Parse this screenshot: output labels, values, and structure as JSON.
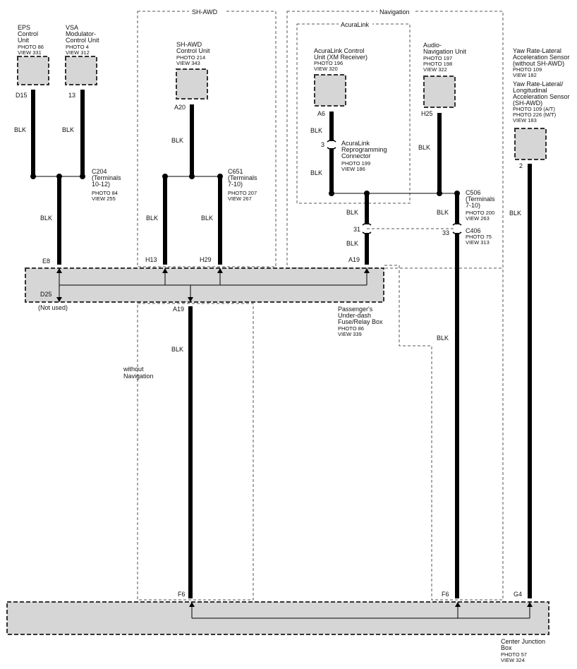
{
  "groups": {
    "shawd": "SH-AWD",
    "navigation": "Navigation",
    "acuralink": "AcuraLink",
    "without_navigation": [
      "without",
      "Navigation"
    ]
  },
  "components": {
    "eps": {
      "name": [
        "EPS",
        "Control",
        "Unit"
      ],
      "photo": [
        "PHOTO 86",
        "VIEW 331"
      ],
      "pin": "D15"
    },
    "vsa": {
      "name": [
        "VSA",
        "Modulator-",
        "Control Unit"
      ],
      "photo": [
        "PHOTO 4",
        "VIEW 312"
      ],
      "pin": "13"
    },
    "shawd_unit": {
      "name": [
        "SH-AWD",
        "Control Unit"
      ],
      "photo": [
        "PHOTO 214",
        "VIEW 343"
      ],
      "pin": "A20"
    },
    "acuralink_unit": {
      "name": [
        "AcuraLink Control",
        "Unit (XM Receiver)"
      ],
      "photo": [
        "PHOTO 196",
        "VIEW 320"
      ],
      "pin": "A6"
    },
    "audio_nav": {
      "name": [
        "Audio-",
        "Navigation Unit"
      ],
      "photo": [
        "PHOTO 197",
        "PHOTO 198",
        "VIEW 322"
      ],
      "pin": "H25"
    },
    "yaw_sensor": {
      "name": [
        "Yaw Rate-Lateral",
        "Acceleration Sensor",
        "(without SH-AWD)"
      ],
      "photo": [
        "PHOTO 109",
        "VIEW 182"
      ]
    },
    "yaw_sensor_2": {
      "name": [
        "Yaw Rate-Lateral/",
        "Longitudinal",
        "Acceleration Sensor",
        "(SH-AWD)"
      ],
      "photo": [
        "PHOTO 109 (A/T)",
        "PHOTO 226 (M/T)",
        "VIEW 183"
      ],
      "pin": "2"
    }
  },
  "connectors": {
    "c204": {
      "name": [
        "C204",
        "(Terminals",
        "10-12)"
      ],
      "photo": [
        "PHOTO 84",
        "VIEW 255"
      ]
    },
    "c651": {
      "name": [
        "C651",
        "(Terminals",
        "7-10)"
      ],
      "photo": [
        "PHOTO 207",
        "VIEW 267"
      ]
    },
    "reprog": {
      "name": [
        "AcuraLink",
        "Reprogramming",
        "Connector"
      ],
      "photo": [
        "PHOTO 199",
        "VIEW 186"
      ],
      "pin": "3"
    },
    "c506": {
      "name": [
        "C506",
        "(Terminals",
        "7-10)"
      ],
      "photo": [
        "PHOTO 200",
        "VIEW 263"
      ]
    },
    "c406": {
      "name": "C406",
      "photo": [
        "PHOTO 75",
        "VIEW 313"
      ],
      "pin_left": "31",
      "pin_right": "33"
    }
  },
  "wire_color": "BLK",
  "under_dash_box": {
    "name": [
      "Passenger's",
      "Under-dash",
      "Fuse/Relay Box"
    ],
    "photo": [
      "PHOTO 86",
      "VIEW 339"
    ],
    "pins": {
      "e8": "E8",
      "d25": "D25",
      "not_used": "(Not used)",
      "h13": "H13",
      "h29": "H29",
      "a19_top": "A19",
      "a19_bottom": "A19"
    }
  },
  "center_box": {
    "name": [
      "Center Junction",
      "Box"
    ],
    "photo": [
      "PHOTO 57",
      "VIEW 324"
    ],
    "pins": {
      "f6_left": "F6",
      "f6_right": "F6",
      "g4": "G4"
    }
  },
  "colors": {
    "wire": "#000000",
    "component_fill": "#d6d6d6",
    "dashed_border": "#555555"
  }
}
